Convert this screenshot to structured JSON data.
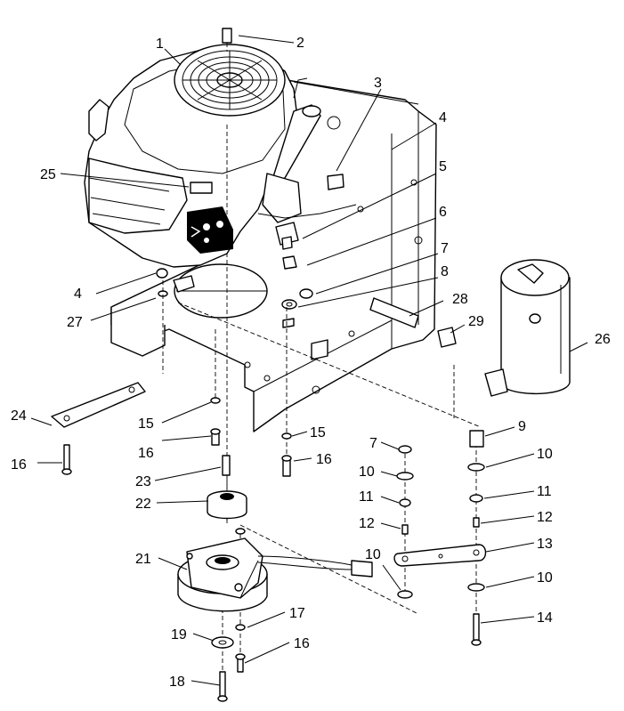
{
  "diagram": {
    "callouts": [
      {
        "id": "c1",
        "label": "1"
      },
      {
        "id": "c2",
        "label": "2"
      },
      {
        "id": "c3",
        "label": "3"
      },
      {
        "id": "c4a",
        "label": "4"
      },
      {
        "id": "c4b",
        "label": "4"
      },
      {
        "id": "c5",
        "label": "5"
      },
      {
        "id": "c6",
        "label": "6"
      },
      {
        "id": "c7a",
        "label": "7"
      },
      {
        "id": "c7b",
        "label": "7"
      },
      {
        "id": "c8",
        "label": "8"
      },
      {
        "id": "c9",
        "label": "9"
      },
      {
        "id": "c10a",
        "label": "10"
      },
      {
        "id": "c10b",
        "label": "10"
      },
      {
        "id": "c10c",
        "label": "10"
      },
      {
        "id": "c10d",
        "label": "10"
      },
      {
        "id": "c11a",
        "label": "11"
      },
      {
        "id": "c11b",
        "label": "11"
      },
      {
        "id": "c12a",
        "label": "12"
      },
      {
        "id": "c12b",
        "label": "12"
      },
      {
        "id": "c13",
        "label": "13"
      },
      {
        "id": "c14",
        "label": "14"
      },
      {
        "id": "c15a",
        "label": "15"
      },
      {
        "id": "c15b",
        "label": "15"
      },
      {
        "id": "c16a",
        "label": "16"
      },
      {
        "id": "c16b",
        "label": "16"
      },
      {
        "id": "c16c",
        "label": "16"
      },
      {
        "id": "c16d",
        "label": "16"
      },
      {
        "id": "c17",
        "label": "17"
      },
      {
        "id": "c18",
        "label": "18"
      },
      {
        "id": "c19",
        "label": "19"
      },
      {
        "id": "c21",
        "label": "21"
      },
      {
        "id": "c22",
        "label": "22"
      },
      {
        "id": "c23",
        "label": "23"
      },
      {
        "id": "c24",
        "label": "24"
      },
      {
        "id": "c25",
        "label": "25"
      },
      {
        "id": "c26",
        "label": "26"
      },
      {
        "id": "c27",
        "label": "27"
      },
      {
        "id": "c28",
        "label": "28"
      },
      {
        "id": "c29",
        "label": "29"
      }
    ]
  }
}
